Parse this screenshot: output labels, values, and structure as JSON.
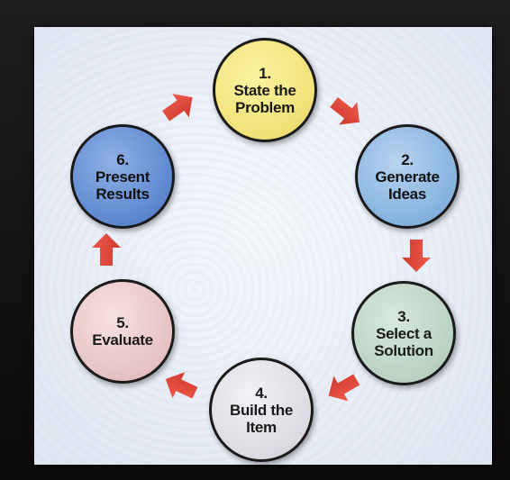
{
  "diagram": {
    "steps": [
      {
        "number": "1.",
        "label": "State the\nProblem",
        "color": "#f1e177"
      },
      {
        "number": "2.",
        "label": "Generate\nIdeas",
        "color": "#86b2e0"
      },
      {
        "number": "3.",
        "label": "Select a\nSolution",
        "color": "#b9d2c1"
      },
      {
        "number": "4.",
        "label": "Build the\nItem",
        "color": "#dcd9e2"
      },
      {
        "number": "5.",
        "label": "Evaluate",
        "color": "#e6c2c2"
      },
      {
        "number": "6.",
        "label": "Present\nResults",
        "color": "#5d87cf"
      }
    ],
    "arrow_color": "#e0483c",
    "panel_color": "#eef2f9",
    "frame_color": "#151515"
  }
}
